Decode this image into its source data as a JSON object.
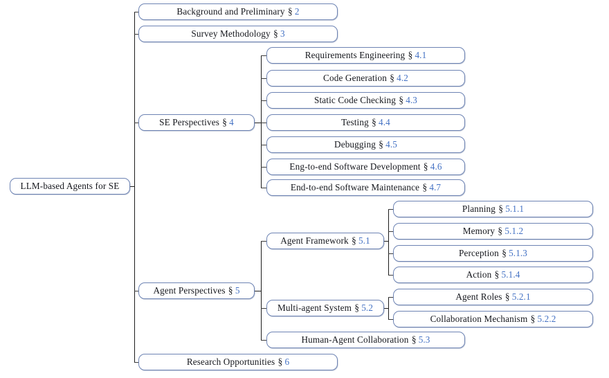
{
  "diagram": {
    "title": "LLM-based Agents for SE",
    "type": "taxonomy-tree",
    "section_symbol": "§",
    "colors": {
      "box_border": "#6e84b4",
      "section_number": "#4472c4",
      "text": "#14161c",
      "connector": "#1c1c1c",
      "background": "#ffffff"
    }
  },
  "root": {
    "label": "LLM-based Agents for SE",
    "section": ""
  },
  "branches": [
    {
      "label": "Background and Preliminary",
      "section": "2",
      "children": []
    },
    {
      "label": "Survey Methodology",
      "section": "3",
      "children": []
    },
    {
      "label": "SE Perspectives",
      "section": "4",
      "children": [
        {
          "label": "Requirements Engineering",
          "section": "4.1"
        },
        {
          "label": "Code Generation",
          "section": "4.2"
        },
        {
          "label": "Static Code Checking",
          "section": "4.3"
        },
        {
          "label": "Testing",
          "section": "4.4"
        },
        {
          "label": "Debugging",
          "section": "4.5"
        },
        {
          "label": "Eng-to-end Software Development",
          "section": "4.6"
        },
        {
          "label": "End-to-end Software Maintenance",
          "section": "4.7"
        }
      ]
    },
    {
      "label": "Agent Perspectives",
      "section": "5",
      "children": [
        {
          "label": "Agent Framework",
          "section": "5.1",
          "children": [
            {
              "label": "Planning",
              "section": "5.1.1"
            },
            {
              "label": "Memory",
              "section": "5.1.2"
            },
            {
              "label": "Perception",
              "section": "5.1.3"
            },
            {
              "label": "Action",
              "section": "5.1.4"
            }
          ]
        },
        {
          "label": "Multi-agent System",
          "section": "5.2",
          "children": [
            {
              "label": "Agent Roles",
              "section": "5.2.1"
            },
            {
              "label": "Collaboration Mechanism",
              "section": "5.2.2"
            }
          ]
        },
        {
          "label": "Human-Agent Collaboration",
          "section": "5.3",
          "children": []
        }
      ]
    },
    {
      "label": "Research Opportunities",
      "section": "6",
      "children": []
    }
  ]
}
